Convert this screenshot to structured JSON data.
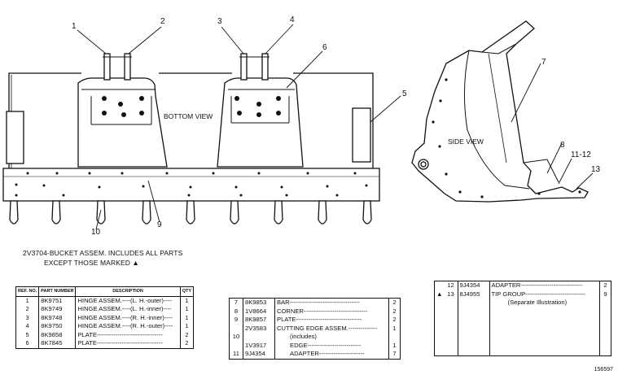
{
  "callouts": [
    "1",
    "2",
    "3",
    "4",
    "5",
    "6",
    "7",
    "8",
    "11-12",
    "13",
    "9",
    "10"
  ],
  "view_labels": {
    "bottom": "BOTTOM VIEW",
    "side": "SIDE VIEW"
  },
  "caption": {
    "line1": "2V3704-BUCKET ASSEM. INCLUDES ALL PARTS",
    "line2": "EXCEPT THOSE MARKED ▲"
  },
  "table1": {
    "headers": {
      "ref": "REF. NO.",
      "part": "PART NUMBER",
      "desc": "DESCRIPTION",
      "qty": "QTY"
    },
    "rows": [
      {
        "ref": "1",
        "part": "8K9751",
        "desc": "HINGE ASSEM.----(L. H.-outer)----",
        "qty": "1"
      },
      {
        "ref": "2",
        "part": "8K9749",
        "desc": "HINGE ASSEM.----(L. H.-inner)----",
        "qty": "1"
      },
      {
        "ref": "3",
        "part": "8K9748",
        "desc": "HINGE ASSEM.----(R. H.-inner)----",
        "qty": "1"
      },
      {
        "ref": "4",
        "part": "8K9750",
        "desc": "HINGE ASSEM.----(R. H.-outer)----",
        "qty": "1"
      },
      {
        "ref": "5",
        "part": "8K9858",
        "desc": "PLATE--------------------------------",
        "qty": "2"
      },
      {
        "ref": "6",
        "part": "8K7845",
        "desc": "PLATE--------------------------------",
        "qty": "2"
      }
    ]
  },
  "table2": {
    "rows": [
      {
        "ref": "7",
        "part": "8K9853",
        "desc": "BAR----------------------------------",
        "qty": "2"
      },
      {
        "ref": "8",
        "part": "1V8664",
        "desc": "CORNER-------------------------------",
        "qty": "2"
      },
      {
        "ref": "9",
        "part": "8K9857",
        "desc": "PLATE--------------------------------",
        "qty": "2"
      },
      {
        "ref": "",
        "part": "2V3583",
        "desc": "CUTTING EDGE ASSEM.--------------",
        "qty": "1"
      },
      {
        "ref": "10",
        "part": "",
        "desc": "(includes)",
        "qty": ""
      },
      {
        "ref": "",
        "part": "1V3917",
        "desc": "EDGE--------------------------",
        "qty": "1"
      },
      {
        "ref": "11",
        "part": "9J4354",
        "desc": "ADAPTER----------------------",
        "qty": "7"
      }
    ]
  },
  "table3": {
    "rows": [
      {
        "mark": "",
        "ref": "12",
        "part": "9J4354",
        "desc": "ADAPTER------------------------------",
        "qty": "2"
      },
      {
        "mark": "▲",
        "ref": "13",
        "part": "8J4955",
        "desc": "TIP GROUP-----------------------------",
        "qty": "9"
      },
      {
        "mark": "",
        "ref": "",
        "part": "",
        "desc": "(Separate Illustration)",
        "qty": ""
      }
    ]
  },
  "figure_number": "156597"
}
